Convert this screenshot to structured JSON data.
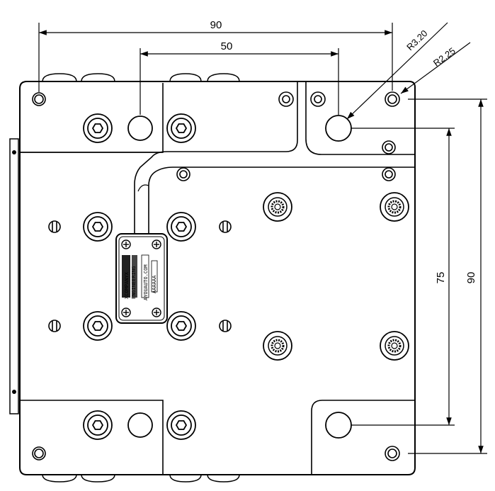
{
  "dimensions": {
    "top_overall": "90",
    "top_inner": "50",
    "right_inner": "75",
    "right_overall": "90",
    "radius_large": "R3.20",
    "radius_small": "R2.25"
  },
  "label_text": {
    "line1": "XCOMPANYX",
    "line2": "ENGINEERING",
    "line3": "AYOUAUTO.COM",
    "line4": "AAAAAA"
  }
}
